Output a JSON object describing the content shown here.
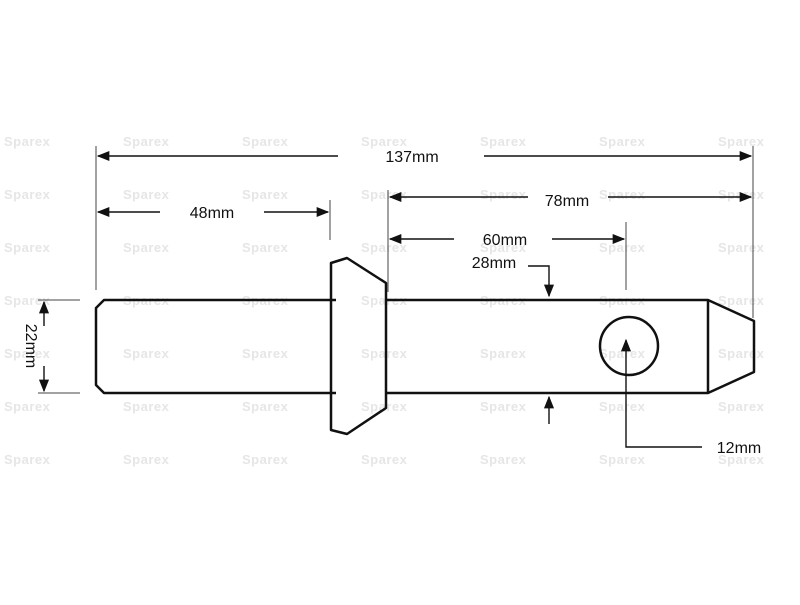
{
  "watermark": {
    "text": "Sparex"
  },
  "dimensions": {
    "overall_length": "137mm",
    "head_length": "48mm",
    "shank_length": "78mm",
    "hole_position": "60mm",
    "cross_hole_offset": "28mm",
    "diameter": "22mm",
    "hole_diameter": "12mm"
  },
  "colors": {
    "line": "#111111",
    "watermark": "#e6e6e6",
    "background": "#ffffff"
  }
}
